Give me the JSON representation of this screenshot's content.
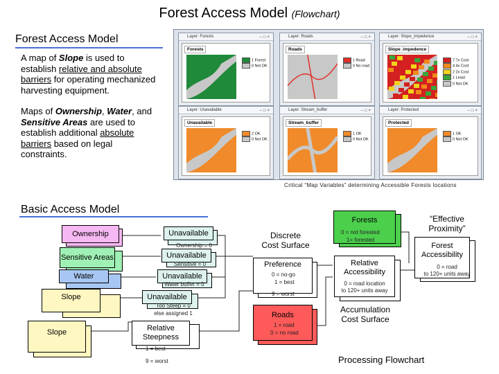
{
  "title": {
    "main": "Forest Access Model",
    "sub": "(Flowchart)"
  },
  "section1": {
    "heading": "Forest Access Model",
    "para1": [
      {
        "t": "A  map of "
      },
      {
        "t": "Slope",
        "s": "bi"
      },
      {
        "t": " is used to establish "
      },
      {
        "t": "relative and absolute barriers",
        "s": "u"
      },
      {
        "t": " for operating mechanized harvesting equipment."
      }
    ],
    "para2": [
      {
        "t": "Maps of "
      },
      {
        "t": "Ownership",
        "s": "bi"
      },
      {
        "t": ", "
      },
      {
        "t": "Water",
        "s": "bi"
      },
      {
        "t": ", and "
      },
      {
        "t": "Sensitive Areas",
        "s": "bi"
      },
      {
        "t": " are used to establish additional "
      },
      {
        "t": "absolute barriers",
        "s": "u"
      },
      {
        "t": " based on legal constraints."
      }
    ],
    "caption": "Critical “Map Variables” determining Accessible Forests locations"
  },
  "screenshots": [
    {
      "window": "Layer: Forests",
      "map_label": "Forests",
      "legend": [
        {
          "color": "#1f8a3a",
          "text": "1 Forest"
        },
        {
          "color": "#c8c8c8",
          "text": "0 Not OK"
        }
      ]
    },
    {
      "window": "Layer: Roads",
      "map_label": "Roads",
      "legend": [
        {
          "color": "#e0302a",
          "text": "1 Road"
        },
        {
          "color": "#c8c8c8",
          "text": "0 No road"
        }
      ]
    },
    {
      "window": "Layer: Slope_impedence",
      "map_label": "Slope_impedence",
      "legend": [
        {
          "color": "#d42020",
          "text": "7 7x Cost"
        },
        {
          "color": "#f08a1a",
          "text": "4 4x Cost"
        },
        {
          "color": "#f2d21c",
          "text": "2 2x Cost"
        },
        {
          "color": "#3aa63a",
          "text": "1 Least"
        },
        {
          "color": "#c8c8c8",
          "text": "0 Not OK"
        }
      ]
    },
    {
      "window": "Layer: Unavailable",
      "map_label": "Unavailable",
      "legend": [
        {
          "color": "#f08a2a",
          "text": "2 OK"
        },
        {
          "color": "#c8c8c8",
          "text": "0 Not OK"
        }
      ]
    },
    {
      "window": "Layer: Stream_buffer",
      "map_label": "Stream_buffer",
      "legend": [
        {
          "color": "#f08a2a",
          "text": "1 OK"
        },
        {
          "color": "#c8c8c8",
          "text": "0 Not OK"
        }
      ]
    },
    {
      "window": "Layer: Protected",
      "map_label": "Protected",
      "legend": [
        {
          "color": "#f08a2a",
          "text": "1 OK"
        },
        {
          "color": "#c8c8c8",
          "text": "0 Not OK"
        }
      ]
    }
  ],
  "section2": {
    "heading": "Basic Access Model",
    "inputs": [
      {
        "label": "Ownership",
        "color": "#f6b8f2"
      },
      {
        "label": "Sensitive Areas",
        "color": "#9ff0b4"
      },
      {
        "label": "Water",
        "color": "#a8c6f2"
      },
      {
        "label": "Slope",
        "color": "#fff7c2"
      },
      {
        "label": "Slope",
        "color": "#fff7c2"
      }
    ],
    "derived": [
      {
        "label": "Unavailable",
        "note": "Ownership = 0",
        "color": "#ddf2ee"
      },
      {
        "label": "Unavailable",
        "note": "Sensitive = 0",
        "color": "#ddf2ee"
      },
      {
        "label": "Unavailable",
        "note": "Water buffer = 0",
        "color": "#ddf2ee"
      },
      {
        "label": "Unavailable",
        "note": "Too Steep = 0\nelse assigned 1",
        "color": "#ddf2ee"
      }
    ],
    "relative_steepness": {
      "label": "Relative\nSteepness",
      "best": "1 = best",
      "worst": "9 = worst"
    },
    "discrete_cost": "Discrete\nCost Surface",
    "preference": {
      "label": "Preference",
      "nogo": "0 = no-go",
      "best": "1 = best",
      "worst": "9 = worst"
    },
    "roads": {
      "label": "Roads",
      "road": "1 = road",
      "noroad": "0 = no road"
    },
    "forests": {
      "label": "Forests",
      "notforested": "0 = not forested",
      "forested": "1=  forested"
    },
    "relative_accessibility": {
      "label": "Relative\nAccessibility",
      "note": "0 = road location\nto 120+ units away"
    },
    "accumulation": "Accumulation\nCost Surface",
    "effective": "“Effective\nProximity”",
    "forest_accessibility": {
      "label": "Forest\nAccessibility",
      "note": "0 = road\nto 120+ units away"
    },
    "processing": "Processing Flowchart"
  },
  "colors": {
    "forests_box": "#4cd04c",
    "roads_box": "#ff5a5a",
    "unavailable_box": "#ddf2ee"
  }
}
